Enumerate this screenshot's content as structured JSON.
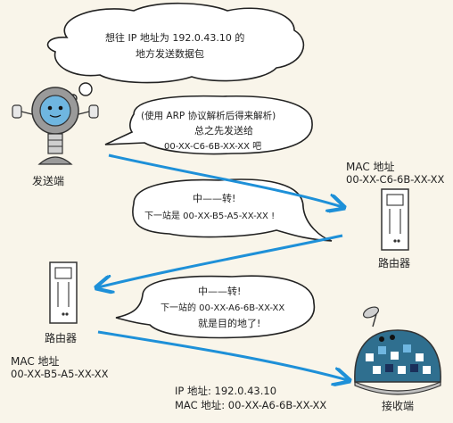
{
  "bubble_top": {
    "line1": "想往 IP 地址为 192.0.43.10 的",
    "line2": "地方发送数据包"
  },
  "bubble_arp": {
    "line1": "(使用 ARP 协议解析后得来解析)",
    "line2": "总之先发送给",
    "line3": "00-XX-C6-6B-XX-XX 吧"
  },
  "bubble_relay1": {
    "line1": "中——转!",
    "line2": "下一站是 00-XX-B5-A5-XX-XX !"
  },
  "bubble_relay2": {
    "line1": "中——转!",
    "line2": "下一站的 00-XX-A6-6B-XX-XX",
    "line3": "就是目的地了!"
  },
  "sender": {
    "label": "发送端"
  },
  "router_right": {
    "mac_title": "MAC 地址",
    "mac_value": "00-XX-C6-6B-XX-XX",
    "label": "路由器"
  },
  "router_left": {
    "label": "路由器",
    "mac_title": "MAC 地址",
    "mac_value": "00-XX-B5-A5-XX-XX"
  },
  "receiver": {
    "label": "接收端",
    "ip_line": "IP 地址:  192.0.43.10",
    "mac_line": "MAC 地址:  00-XX-A6-6B-XX-XX"
  },
  "colors": {
    "arrow": "#1e90d8",
    "background": "#f9f5ea",
    "robot_blue": "#6fb6e0"
  }
}
